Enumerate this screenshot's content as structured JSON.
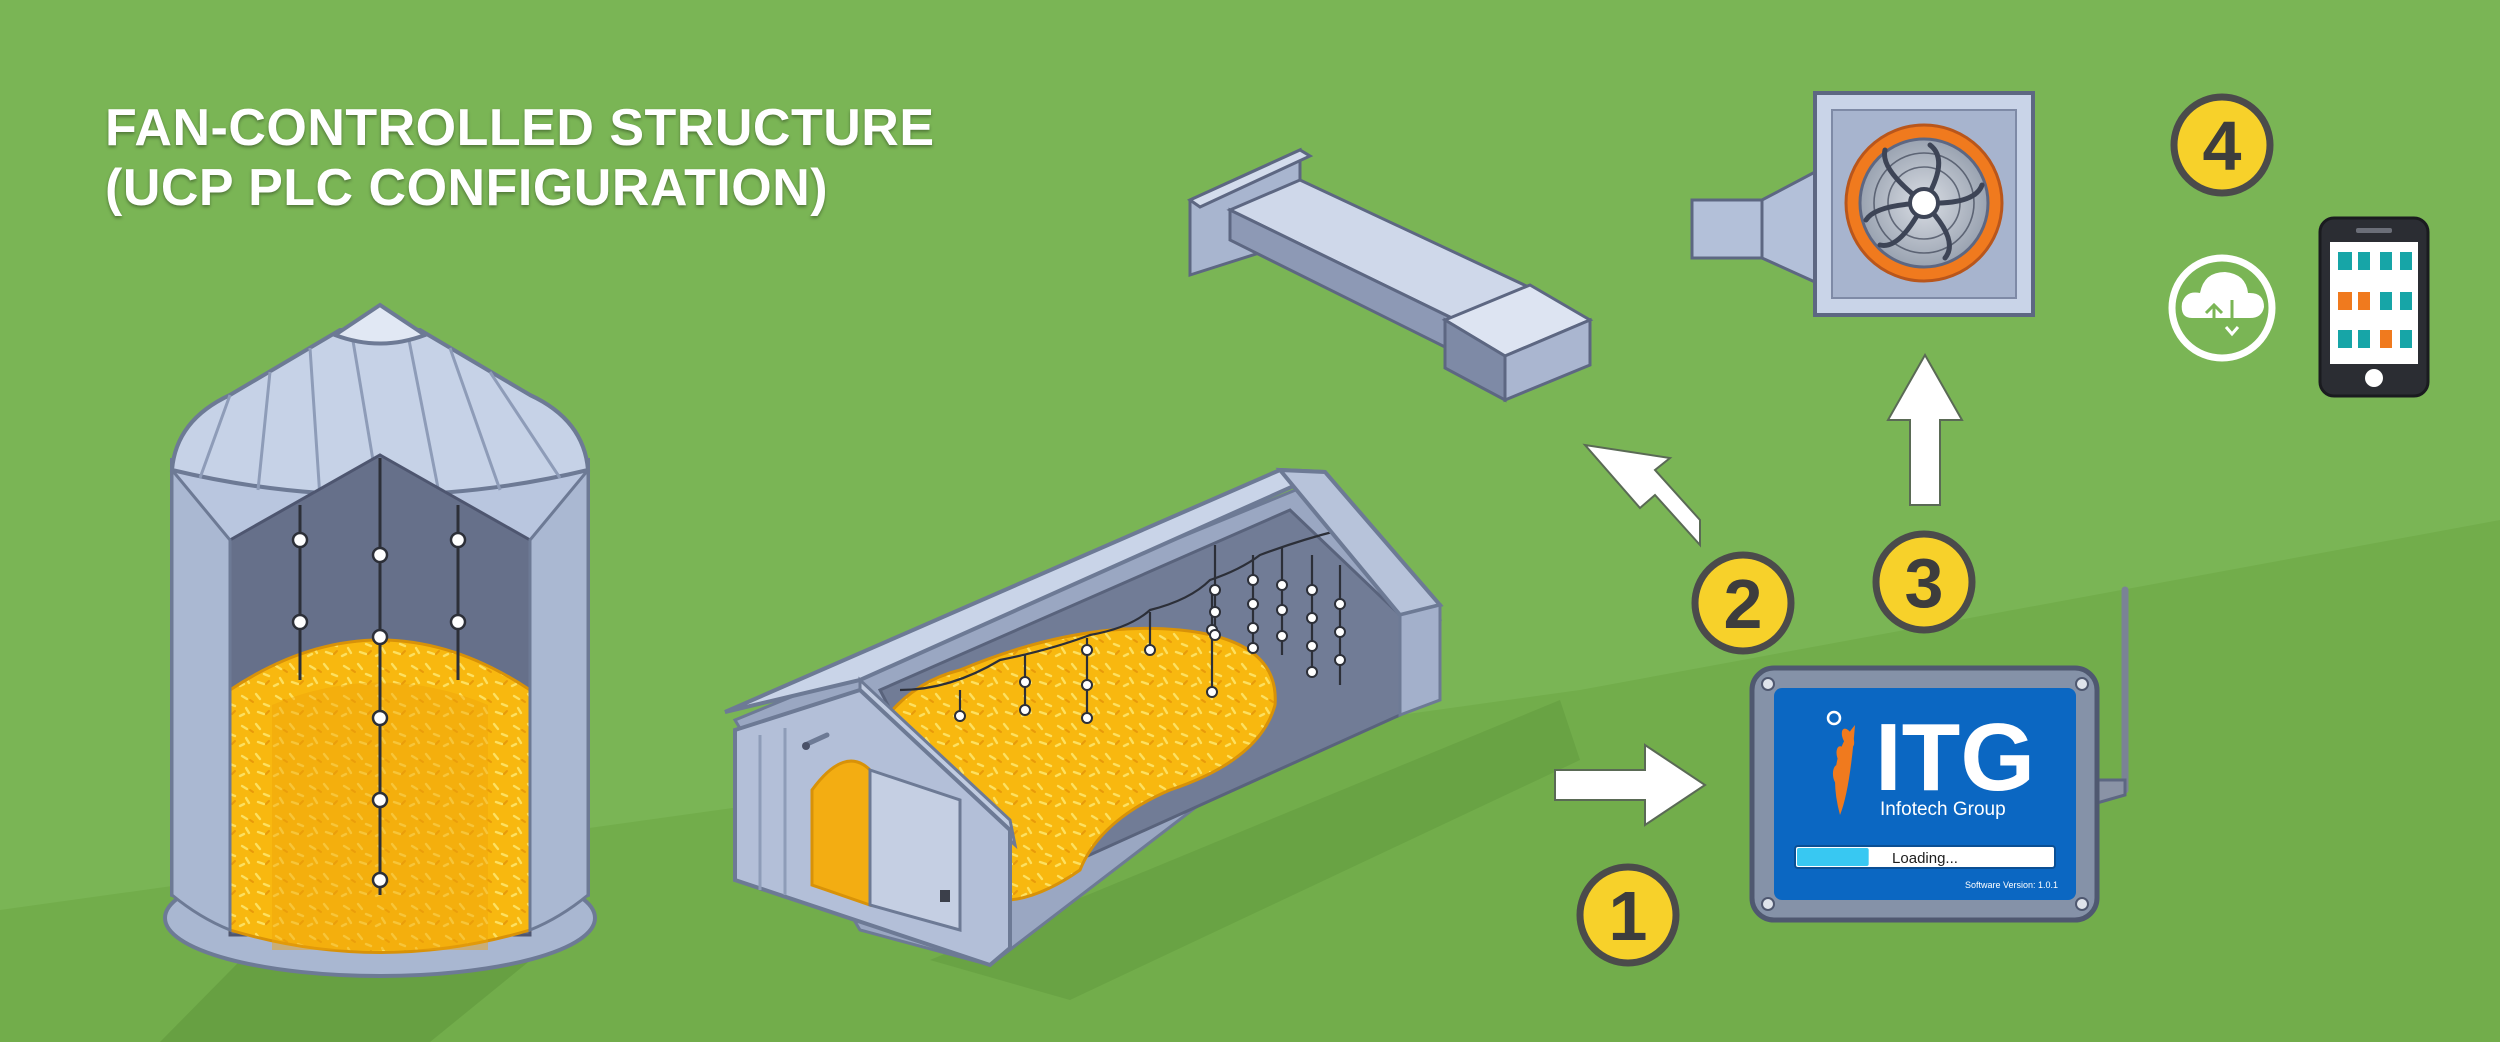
{
  "title": {
    "line1": "FAN-CONTROLLED STRUCTURE",
    "line2": "(UCP PLC CONFIGURATION)"
  },
  "steps": [
    {
      "number": "1"
    },
    {
      "number": "2"
    },
    {
      "number": "3"
    },
    {
      "number": "4"
    }
  ],
  "controller": {
    "brand": "ITG",
    "registered": "®",
    "company": "Infotech Group",
    "status": "Loading...",
    "progress": 0.28,
    "version": "Software Version: 1.0.1"
  },
  "colors": {
    "background": "#7ab555",
    "grain": "#f8b80f",
    "metal": "#b9c6df",
    "badge": "#f7d12a",
    "controller": "#0b67c2",
    "fan_ring": "#f07a1e"
  },
  "icons": [
    "silo-icon",
    "grain-storage-shed-icon",
    "air-duct-icon",
    "exhaust-fan-icon",
    "cloud-sync-icon",
    "smartphone-icon"
  ]
}
